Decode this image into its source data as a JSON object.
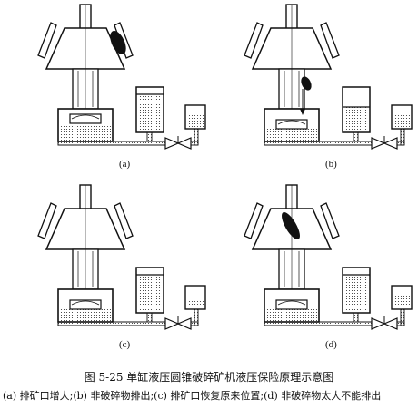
{
  "panels": [
    {
      "label": "(a)",
      "variant": "a"
    },
    {
      "label": "(b)",
      "variant": "b"
    },
    {
      "label": "(c)",
      "variant": "c"
    },
    {
      "label": "(d)",
      "variant": "d"
    }
  ],
  "caption": "图 5-25   单缸液压圆锥破碎矿机液压保险原理示意图",
  "subcaption": "(a) 排矿口增大;(b) 非破碎物排出;(c) 排矿口恢复原来位置;(d) 非破碎物太大不能排出",
  "colors": {
    "ink": "#111111",
    "background": "#ffffff"
  }
}
